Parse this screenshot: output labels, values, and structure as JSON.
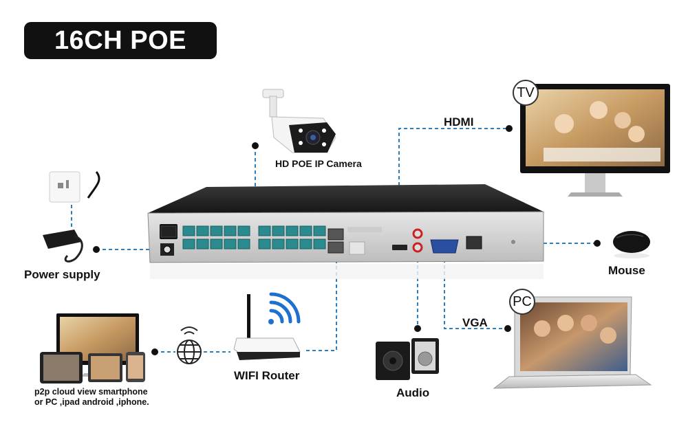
{
  "title": "16CH POE NVR",
  "labels": {
    "camera": "HD POE IP Camera",
    "hdmi": "HDMI",
    "tv": "TV",
    "power": "Power supply",
    "mouse": "Mouse",
    "pc": "PC",
    "vga": "VGA",
    "router": "WIFI Router",
    "audio": "Audio",
    "p2p": [
      "p2p cloud view smartphone",
      "or PC ,ipad android ,iphone."
    ]
  },
  "colors": {
    "line": "#2a7fc0",
    "dot": "#111111",
    "badge": "#111111"
  }
}
